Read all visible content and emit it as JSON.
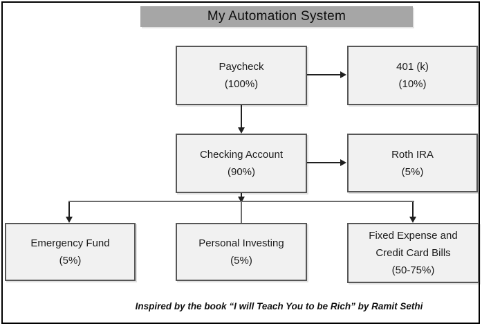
{
  "title": {
    "text": "My Automation System"
  },
  "boxes": [
    {
      "name": "Paycheck",
      "lines": [
        "Paycheck",
        "(100%)"
      ]
    },
    {
      "name": "401 (k)",
      "lines": [
        "401 (k)",
        "(10%)"
      ]
    },
    {
      "name": "Checking Account",
      "lines": [
        "Checking Account",
        "(90%)"
      ]
    },
    {
      "name": "Roth IRA",
      "lines": [
        "Roth IRA",
        "(5%)"
      ]
    },
    {
      "name": "Emergency Fund",
      "lines": [
        "Emergency Fund",
        "(5%)"
      ]
    },
    {
      "name": "Personal Investing",
      "lines": [
        "Personal Investing",
        "(5%)"
      ]
    },
    {
      "name": "Fixed Expense and Credit Card Bills",
      "lines": [
        "Fixed Expense and",
        "Credit Card Bills",
        "(50-75%)"
      ]
    }
  ],
  "edges": [
    {
      "from": "Paycheck",
      "to": "401 (k)"
    },
    {
      "from": "Paycheck",
      "to": "Checking Account"
    },
    {
      "from": "Checking Account",
      "to": "Roth IRA"
    },
    {
      "from": "Checking Account",
      "to": "Emergency Fund"
    },
    {
      "from": "Checking Account",
      "to": "Personal Investing"
    },
    {
      "from": "Checking Account",
      "to": "Fixed Expense and Credit Card Bills"
    }
  ],
  "caption": {
    "text": "Inspired by the book “I will Teach You to be Rich” by Ramit Sethi"
  },
  "colors": {
    "title_bg": "#a6a6a6",
    "box_fill": "#f1f1f1",
    "box_border": "#565656",
    "connector_gray": "#6b6b6b",
    "arrow_black": "#1f1f1f",
    "page_border": "#000000"
  }
}
